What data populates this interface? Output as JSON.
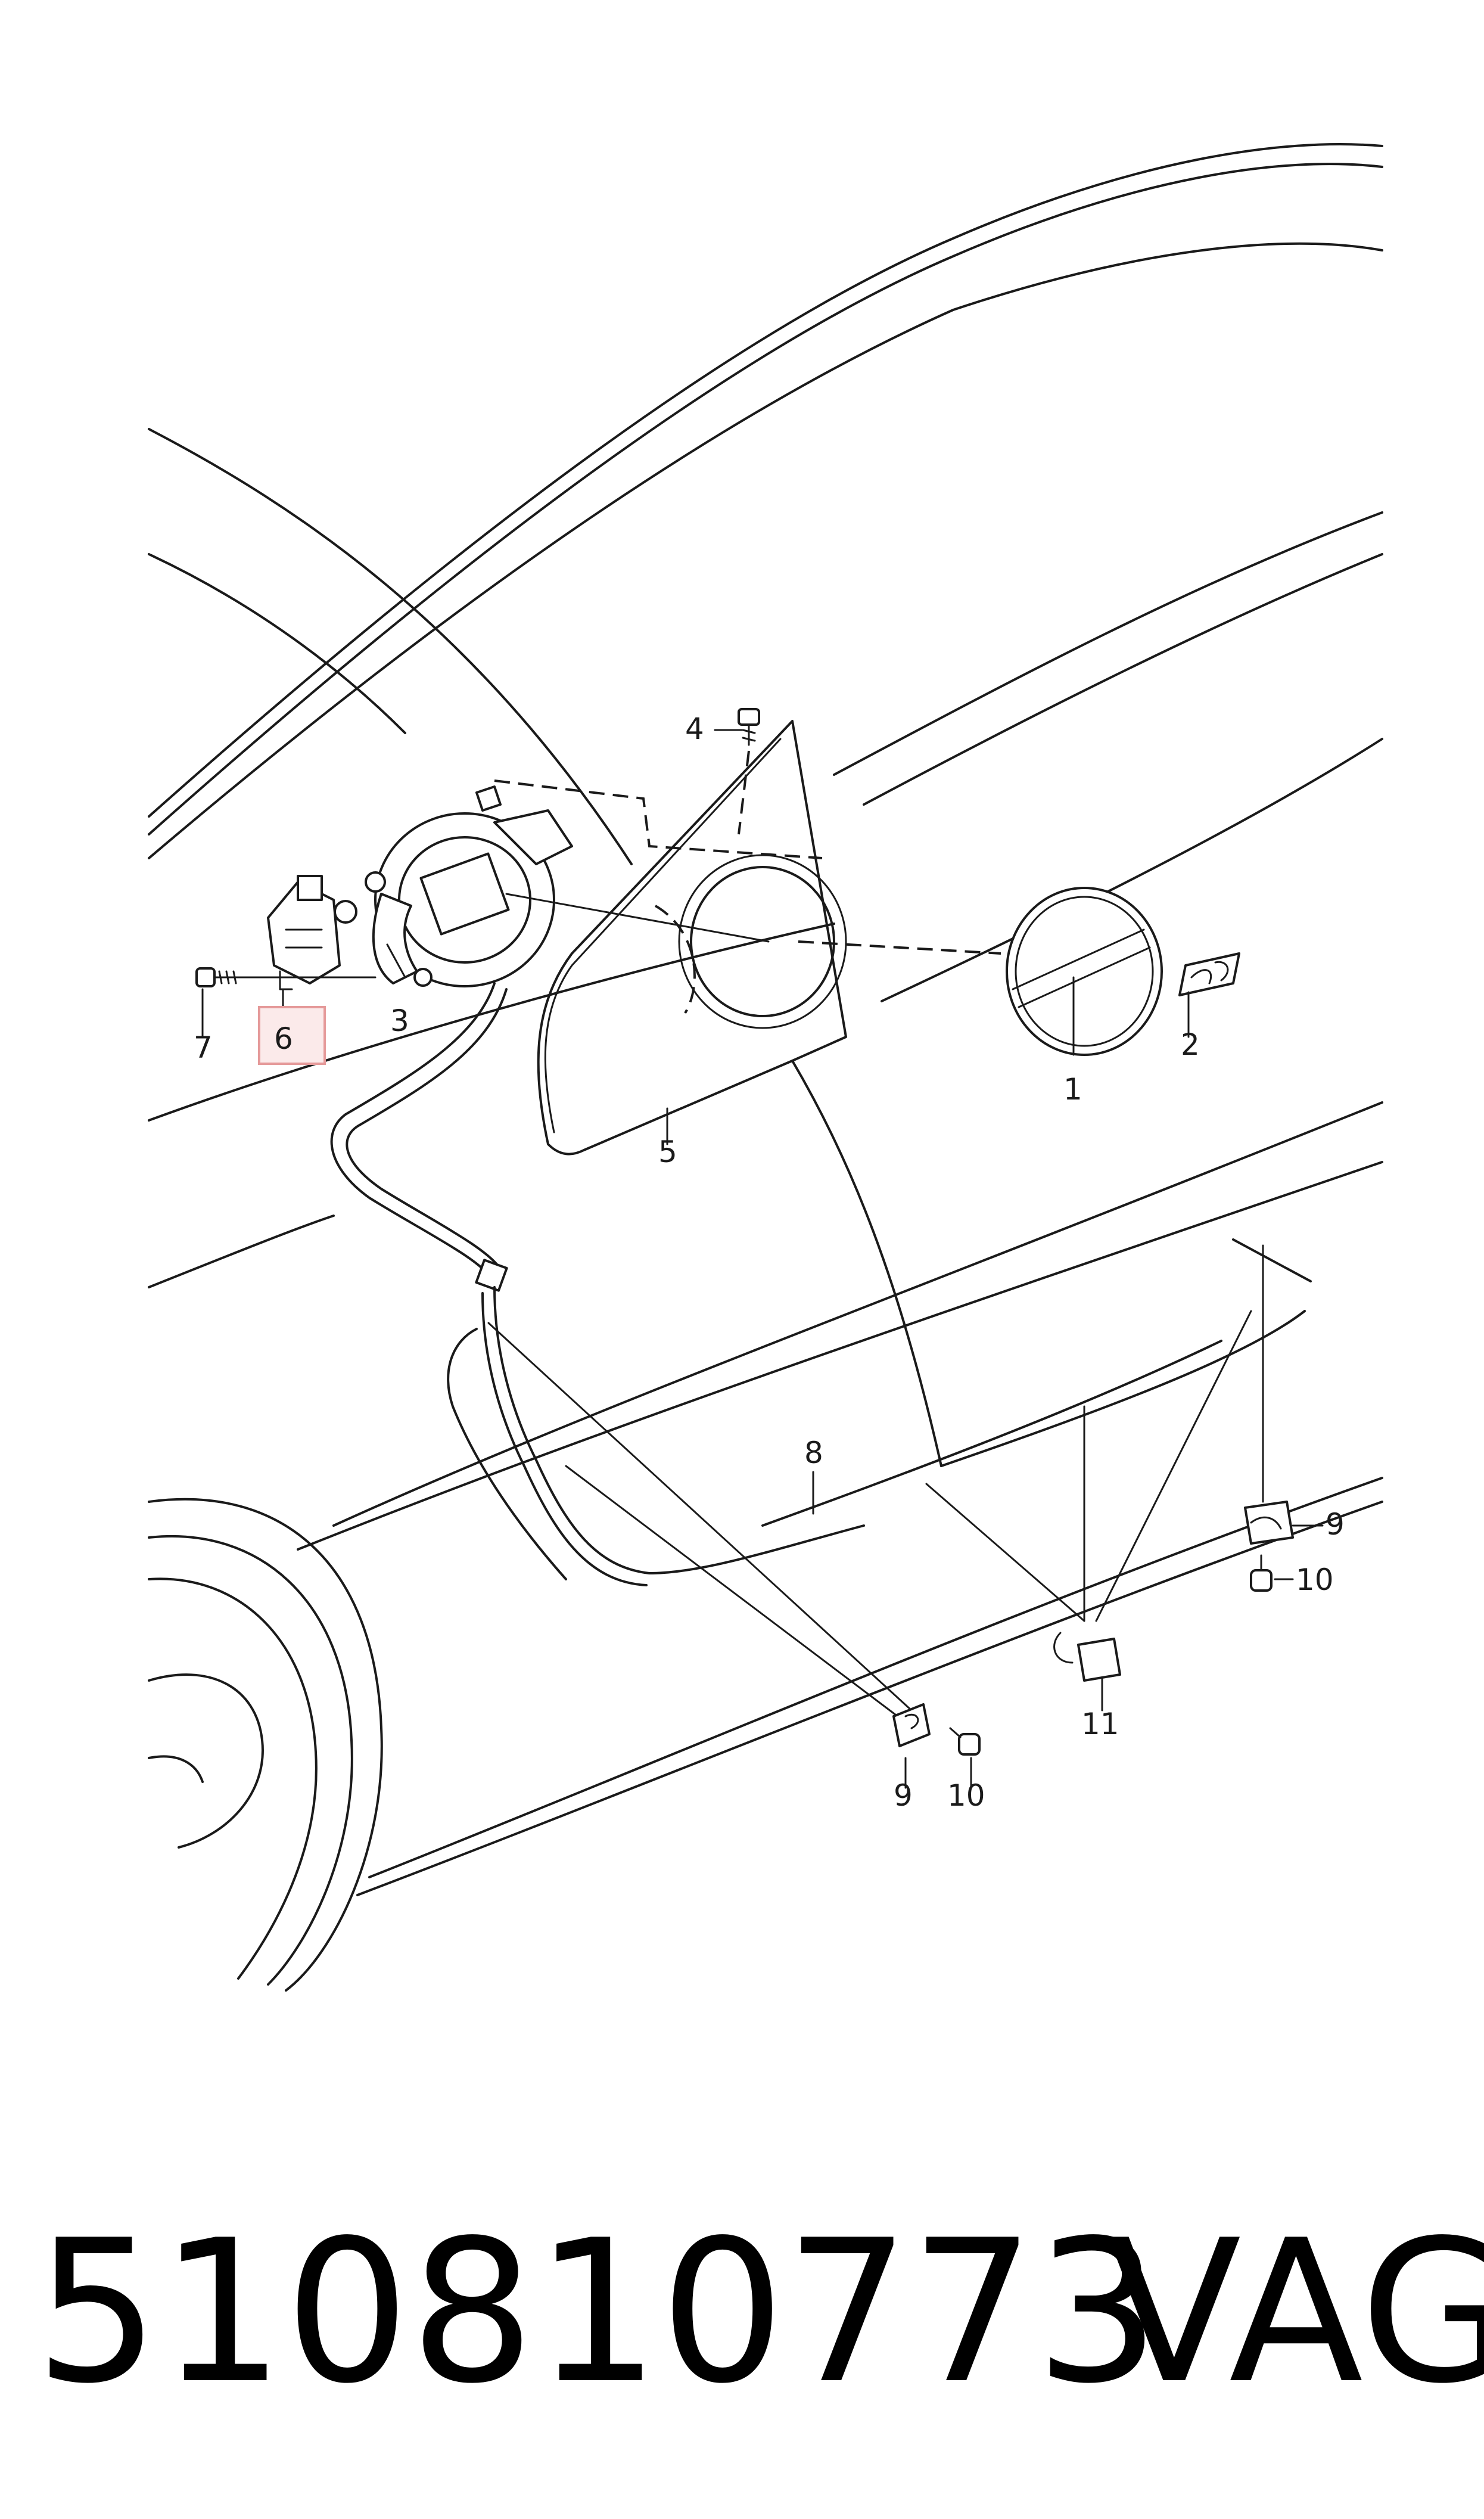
{
  "diagram": {
    "callouts": [
      {
        "id": "1",
        "label": "1"
      },
      {
        "id": "2",
        "label": "2"
      },
      {
        "id": "3",
        "label": "3"
      },
      {
        "id": "4",
        "label": "4"
      },
      {
        "id": "5",
        "label": "5"
      },
      {
        "id": "6",
        "label": "6",
        "highlighted": true
      },
      {
        "id": "7",
        "label": "7"
      },
      {
        "id": "8",
        "label": "8"
      },
      {
        "id": "9a",
        "label": "9"
      },
      {
        "id": "9b",
        "label": "9"
      },
      {
        "id": "10a",
        "label": "10"
      },
      {
        "id": "10b",
        "label": "10"
      },
      {
        "id": "11",
        "label": "11"
      }
    ],
    "highlight_color": "#e59a9a",
    "line_color": "#1a1a1a"
  },
  "footer": {
    "part_number": "510810773",
    "brand": "VAG"
  }
}
